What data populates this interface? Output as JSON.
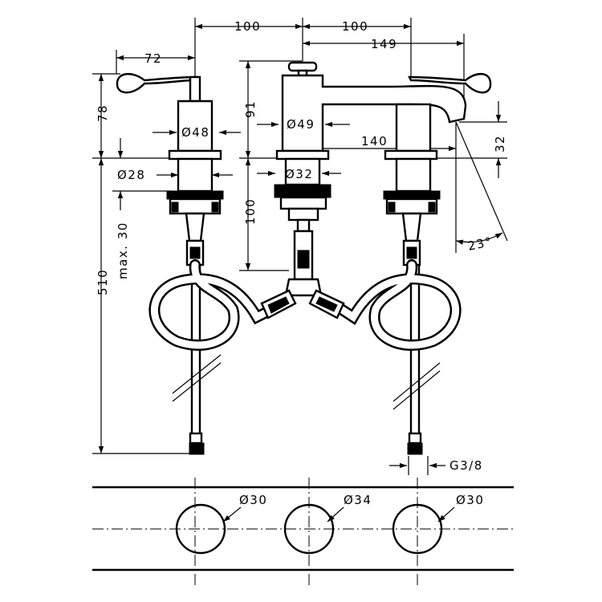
{
  "dimensions": {
    "d_100_left": "100",
    "d_100_right": "100",
    "d_149": "149",
    "d_72": "72",
    "d_78": "78",
    "d_91": "91",
    "d_32_right": "32",
    "d_140": "140",
    "d_510": "510",
    "d_max30": "max. 30",
    "d_100_vert": "100",
    "d_23deg": "23°",
    "dia_48": "Ø48",
    "dia_49": "Ø49",
    "dia_28": "Ø28",
    "dia_32": "Ø32",
    "thread": "G3/8",
    "hole_left": "Ø30",
    "hole_center": "Ø34",
    "hole_right": "Ø30"
  }
}
